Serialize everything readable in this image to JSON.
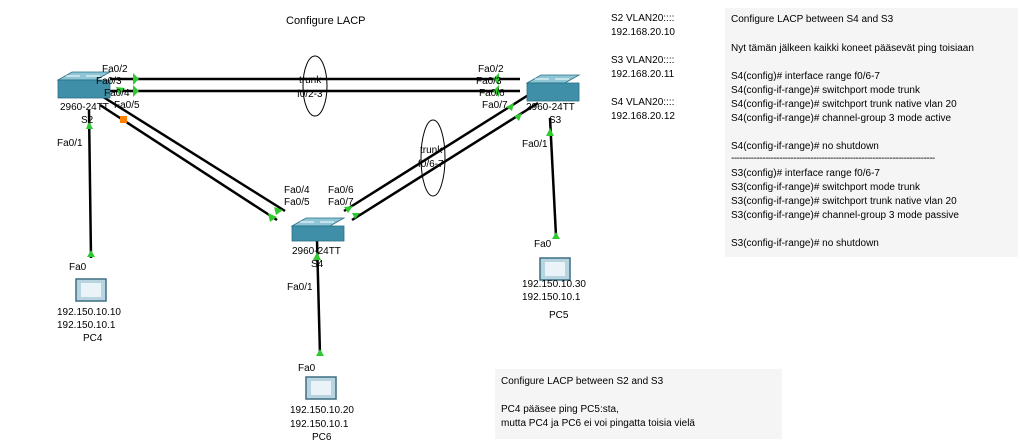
{
  "title": "Configure LACP",
  "vlan_info": [
    {
      "name": "S2 VLAN20::::",
      "ip": "192.168.20.10"
    },
    {
      "name": "S3 VLAN20::::",
      "ip": "192.168.20.11"
    },
    {
      "name": "S4 VLAN20::::",
      "ip": "192.168.20.12"
    }
  ],
  "notes": {
    "s4_s3": {
      "title": "Configure LACP between S4 and S3",
      "lines": [
        "Nyt tämän jälkeen kaikki koneet pääsevät ping toisiaan",
        "",
        "S4(config)# interface range f0/6-7",
        "S4(config-if-range)# switchport mode trunk",
        "S4(config-if-range)# switchport trunk native vlan 20",
        "S4(config-if-range)# channel-group 3 mode active",
        "",
        "S4(config-if-range)# no shutdown",
        "------------------------------------------------------------------------",
        "S3(config)# interface range f0/6-7",
        "S3(config-if-range)# switchport mode trunk",
        "S3(config-if-range)# switchport trunk native vlan 20",
        "S3(config-if-range)# channel-group 3 mode passive",
        "",
        "S3(config-if-range)# no shutdown"
      ]
    },
    "s2_s3": {
      "title": "Configure LACP between S2 and S3",
      "lines": [
        "",
        "PC4 pääsee ping PC5:sta,",
        "mutta PC4 ja PC6 ei voi pingatta toisia vielä"
      ]
    }
  },
  "switches": {
    "s2": {
      "model": "2960-24TT",
      "name": "S2"
    },
    "s3": {
      "model": "2960-24TT",
      "name": "S3"
    },
    "s4": {
      "model": "2960-24TT",
      "name": "S4"
    }
  },
  "pcs": {
    "pc4": {
      "name": "PC4",
      "ip": "192.150.10.10",
      "gw": "192.150.10.1"
    },
    "pc5": {
      "name": "PC5",
      "ip": "192.150.10.30",
      "gw": "192.150.10.1"
    },
    "pc6": {
      "name": "PC6",
      "ip": "192.150.10.20",
      "gw": "192.150.10.1"
    }
  },
  "ports": {
    "s2_fa02": "Fa0/2",
    "s2_fa03": "Fa0/3",
    "s2_fa04": "Fa0/4",
    "s2_fa05": "Fa0/5",
    "s2_fa01": "Fa0/1",
    "s3_fa02": "Fa0/2",
    "s3_fa03": "Fa0/3",
    "s3_fa06": "Fa0/6",
    "s3_fa07": "Fa0/7",
    "s3_fa01": "Fa0/1",
    "s4_fa04": "Fa0/4",
    "s4_fa05": "Fa0/5",
    "s4_fa06": "Fa0/6",
    "s4_fa07": "Fa0/7",
    "s4_fa01": "Fa0/1",
    "pc4_fa0": "Fa0",
    "pc5_fa0": "Fa0",
    "pc6_fa0": "Fa0"
  },
  "trunks": {
    "s2_s3": {
      "line1": "trunk",
      "line2": "f0/2-3"
    },
    "s4_s3": {
      "line1": "trunk",
      "line2": "f0/6-7"
    }
  },
  "colors": {
    "link": "#000000",
    "link_up": "#32c832",
    "link_down": "#ff8000",
    "switch": "#3f8fa8",
    "note_bg": "#f5f5f5"
  }
}
